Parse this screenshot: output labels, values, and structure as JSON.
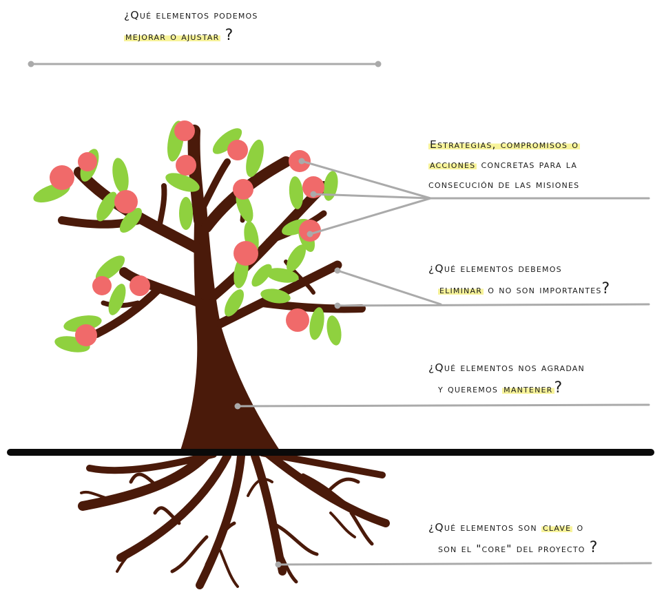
{
  "questions": {
    "improve": {
      "line1": "¿Qué elementos podemos",
      "hl": "mejorar o ajustar",
      "end": "?"
    },
    "strategies": {
      "line1_hl": "Estrategias, compromisos o",
      "line2_hl": "acciones",
      "line2_rest": "concretas para la",
      "line3": "consecución de las misiones"
    },
    "eliminate": {
      "line1": "¿Qué elementos debemos",
      "hl": "eliminar",
      "rest": "o no son importantes",
      "end": "?"
    },
    "keep": {
      "line1": "¿Qué elementos nos agradan",
      "pre": "y queremos",
      "hl": "mantener",
      "end": "?"
    },
    "core": {
      "pre": "¿Qué elementos son",
      "hl": "clave",
      "rest": "o",
      "line2": "son el \"core\" del proyecto",
      "end": "?"
    }
  },
  "colors": {
    "trunk": "#4a1a0a",
    "leaf": "#8fd13f",
    "fruit": "#f06a6a",
    "ground": "#0a0a0a",
    "connector": "#aaaaaa",
    "highlight": "#f7f39a"
  }
}
